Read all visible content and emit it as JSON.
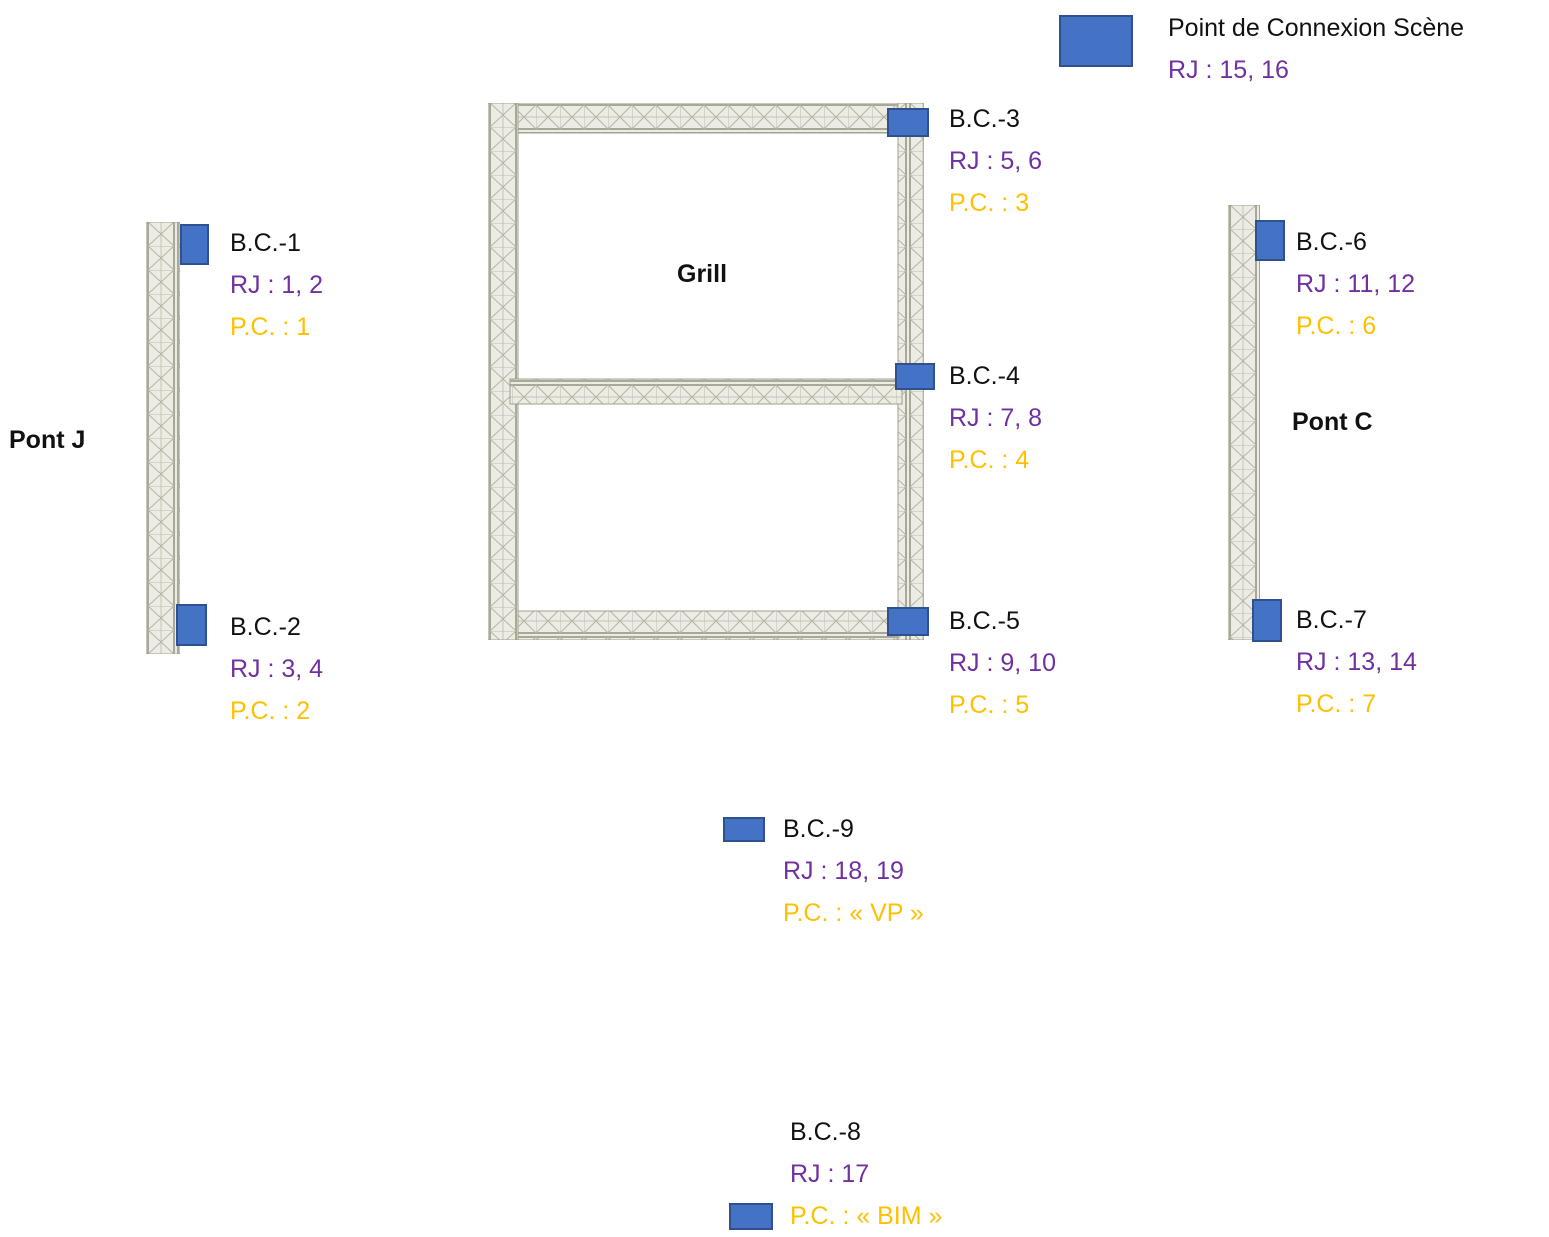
{
  "colors": {
    "box_fill": "#4472c4",
    "box_border": "#2f528f",
    "rj_text": "#7030a0",
    "pc_text": "#ffc000",
    "truss": "#d7d7c9"
  },
  "structures": {
    "pont_j": "Pont J",
    "grill": "Grill",
    "pont_c": "Pont C"
  },
  "stage_point": {
    "name": "Point de Connexion Scène",
    "rj": "RJ : 15, 16"
  },
  "boxes": [
    {
      "name": "B.C.-1",
      "rj": "RJ : 1, 2",
      "pc": "P.C. : 1"
    },
    {
      "name": "B.C.-2",
      "rj": "RJ : 3, 4",
      "pc": "P.C. : 2"
    },
    {
      "name": "B.C.-3",
      "rj": "RJ : 5, 6",
      "pc": "P.C. : 3"
    },
    {
      "name": "B.C.-4",
      "rj": "RJ : 7, 8",
      "pc": "P.C. : 4"
    },
    {
      "name": "B.C.-5",
      "rj": "RJ : 9, 10",
      "pc": "P.C. : 5"
    },
    {
      "name": "B.C.-6",
      "rj": "RJ : 11, 12",
      "pc": "P.C. : 6"
    },
    {
      "name": "B.C.-7",
      "rj": "RJ : 13, 14",
      "pc": "P.C. : 7"
    },
    {
      "name": "B.C.-9",
      "rj": "RJ : 18, 19",
      "pc": "P.C. : « VP »"
    },
    {
      "name": "B.C.-8",
      "rj": "RJ : 17",
      "pc": "P.C. : « BIM »"
    }
  ]
}
